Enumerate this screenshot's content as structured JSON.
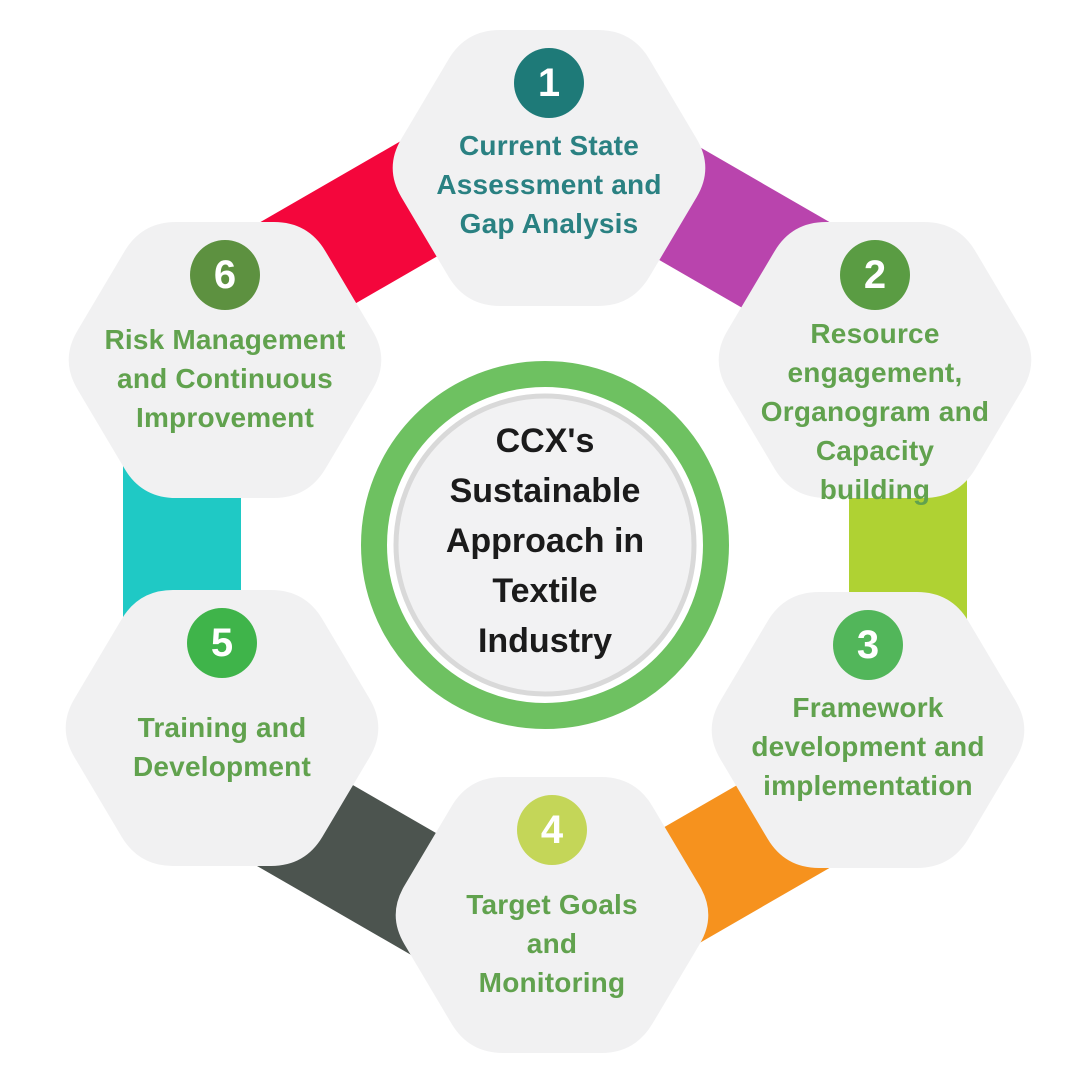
{
  "center": {
    "title": "CCX's\nSustainable\nApproach in\nTextile\nIndustry",
    "text_color": "#1b1b1b",
    "ring_color": "#6EC161",
    "fill": "#F2F2F3",
    "border_color": "#D9D9D9"
  },
  "steps": [
    {
      "number": "1",
      "position": "top",
      "label": "Current State\nAssessment and\nGap Analysis",
      "circle_color": "#1E7A78",
      "text_color": "#2A8182"
    },
    {
      "number": "2",
      "position": "top-right",
      "label": "Resource\nengagement,\nOrganogram and\nCapacity\nbuilding",
      "circle_color": "#5A9C43",
      "text_color": "#61A24E"
    },
    {
      "number": "3",
      "position": "bottom-right",
      "label": "Framework\ndevelopment and\nimplementation",
      "circle_color": "#52B65A",
      "text_color": "#61A24E"
    },
    {
      "number": "4",
      "position": "bottom",
      "label": "Target Goals\nand\nMonitoring",
      "circle_color": "#C4D658",
      "text_color": "#61A24E"
    },
    {
      "number": "5",
      "position": "bottom-left",
      "label": "Training and\nDevelopment",
      "circle_color": "#3FB44A",
      "text_color": "#61A24E"
    },
    {
      "number": "6",
      "position": "top-left",
      "label": "Risk Management\nand Continuous\nImprovement",
      "circle_color": "#5D9140",
      "text_color": "#61A24E"
    }
  ],
  "connectors": [
    {
      "between": "1-2",
      "color": "#B944AD"
    },
    {
      "between": "2-3",
      "color": "#AFD233"
    },
    {
      "between": "3-4",
      "color": "#F6921E"
    },
    {
      "between": "4-5",
      "color": "#4C544F"
    },
    {
      "between": "5-6",
      "color": "#1FC9C5"
    },
    {
      "between": "6-1",
      "color": "#F4063C"
    }
  ],
  "colors": {
    "hexagon_fill": "#F1F1F2"
  }
}
